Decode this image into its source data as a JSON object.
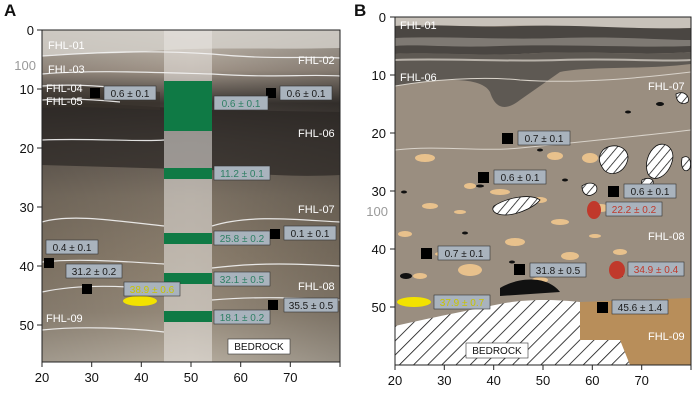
{
  "panels": [
    {
      "letter": "A",
      "x_ticks": [
        "20",
        "30",
        "40",
        "50",
        "60",
        "70"
      ],
      "y_ticks": [
        "0",
        "10",
        "20",
        "30",
        "40",
        "50"
      ],
      "scale_100": "100",
      "units": [
        {
          "label": "FHL-01",
          "side": "left"
        },
        {
          "label": "FHL-02",
          "side": "right"
        },
        {
          "label": "FHL-03",
          "side": "left"
        },
        {
          "label": "FHL-04",
          "side": "left"
        },
        {
          "label": "FHL-05",
          "side": "left"
        },
        {
          "label": "FHL-06",
          "side": "right"
        },
        {
          "label": "FHL-07",
          "side": "right"
        },
        {
          "label": "FHL-08",
          "side": "right"
        },
        {
          "label": "FHL-09",
          "side": "left"
        }
      ],
      "bedrock": "BEDROCK",
      "samples": [
        {
          "text": "0.6 ± 0.1",
          "kind": "black",
          "color": "#1a1a1a"
        },
        {
          "text": "0.6 ± 0.1",
          "kind": "black",
          "color": "#1a1a1a"
        },
        {
          "text": "0.6 ± 0.1",
          "kind": "green",
          "color": "#2f7f64"
        },
        {
          "text": "11.2 ± 0.1",
          "kind": "green",
          "color": "#2f7f64"
        },
        {
          "text": "0.4 ± 0.1",
          "kind": "black",
          "color": "#1a1a1a"
        },
        {
          "text": "25.8 ± 0.2",
          "kind": "green",
          "color": "#2f7f64"
        },
        {
          "text": "0.1 ± 0.1",
          "kind": "black",
          "color": "#1a1a1a"
        },
        {
          "text": "31.2 ± 0.2",
          "kind": "black",
          "color": "#1a1a1a"
        },
        {
          "text": "32.1 ± 0.5",
          "kind": "green",
          "color": "#2f7f64"
        },
        {
          "text": "38.9 ± 0.6",
          "kind": "yellow",
          "color": "#c9c400"
        },
        {
          "text": "35.5 ± 0.5",
          "kind": "black",
          "color": "#1a1a1a"
        },
        {
          "text": "18.1 ± 0.2",
          "kind": "green",
          "color": "#2f7f64"
        }
      ]
    },
    {
      "letter": "B",
      "x_ticks": [
        "20",
        "30",
        "40",
        "50",
        "60",
        "70"
      ],
      "y_ticks": [
        "0",
        "10",
        "20",
        "30",
        "40",
        "50"
      ],
      "scale_100": "100",
      "units": [
        {
          "label": "FHL-01"
        },
        {
          "label": "FHL-06"
        },
        {
          "label": "FHL-07"
        },
        {
          "label": "FHL-08"
        },
        {
          "label": "FHL-09"
        }
      ],
      "bedrock": "BEDROCK",
      "samples": [
        {
          "text": "0.7 ± 0.1",
          "kind": "black",
          "color": "#1a1a1a"
        },
        {
          "text": "0.6 ± 0.1",
          "kind": "black",
          "color": "#1a1a1a"
        },
        {
          "text": "0.6 ± 0.1",
          "kind": "black",
          "color": "#1a1a1a"
        },
        {
          "text": "22.2 ± 0.2",
          "kind": "red",
          "color": "#c0392b"
        },
        {
          "text": "0.7 ± 0.1",
          "kind": "black",
          "color": "#1a1a1a"
        },
        {
          "text": "31.8 ± 0.5",
          "kind": "black",
          "color": "#1a1a1a"
        },
        {
          "text": "34.9 ± 0.4",
          "kind": "red",
          "color": "#c0392b"
        },
        {
          "text": "37.9 ± 0.7",
          "kind": "yellow",
          "color": "#c9c400"
        },
        {
          "text": "45.6 ± 1.4",
          "kind": "black",
          "color": "#1a1a1a"
        }
      ]
    }
  ],
  "colors": {
    "green_band": "#0f7a45",
    "label_box": "#a9b3bd",
    "red_marker": "#c0392b",
    "yellow_marker": "#f2e200",
    "sediment_b": "#9a8e80",
    "lens_b": "#e8c18c",
    "fhl09_b": "#b88e5a"
  }
}
